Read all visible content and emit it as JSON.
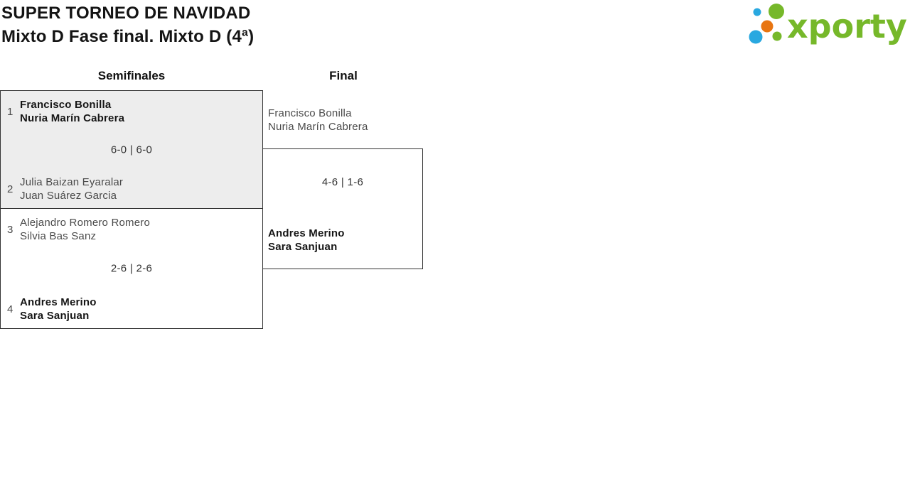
{
  "header": {
    "title": "SUPER TORNEO DE NAVIDAD",
    "subtitle": "Mixto D Fase final. Mixto D (4ª)",
    "logo": {
      "wordmark": "xporty",
      "colors": {
        "green": "#76b82a",
        "blue": "#29a8e0",
        "orange": "#e87511"
      }
    }
  },
  "bracket": {
    "rounds": [
      {
        "label": "Semifinales"
      },
      {
        "label": "Final"
      }
    ],
    "matches": {
      "semifinal1": {
        "score": "6-0 | 6-0",
        "teams": [
          {
            "seed": "1",
            "players": [
              "Francisco Bonilla",
              "Nuria Marín Cabrera"
            ],
            "winner": true
          },
          {
            "seed": "2",
            "players": [
              "Julia Baizan Eyaralar",
              "Juan Suárez Garcia"
            ],
            "winner": false
          }
        ]
      },
      "semifinal2": {
        "score": "2-6 | 2-6",
        "teams": [
          {
            "seed": "3",
            "players": [
              "Alejandro Romero Romero",
              "Silvia Bas Sanz"
            ],
            "winner": false
          },
          {
            "seed": "4",
            "players": [
              "Andres Merino",
              "Sara Sanjuan"
            ],
            "winner": true
          }
        ]
      },
      "final": {
        "score": "4-6 | 1-6",
        "teams": [
          {
            "players": [
              "Francisco Bonilla",
              "Nuria Marín Cabrera"
            ],
            "winner": false
          },
          {
            "players": [
              "Andres Merino",
              "Sara Sanjuan"
            ],
            "winner": true
          }
        ]
      }
    }
  }
}
